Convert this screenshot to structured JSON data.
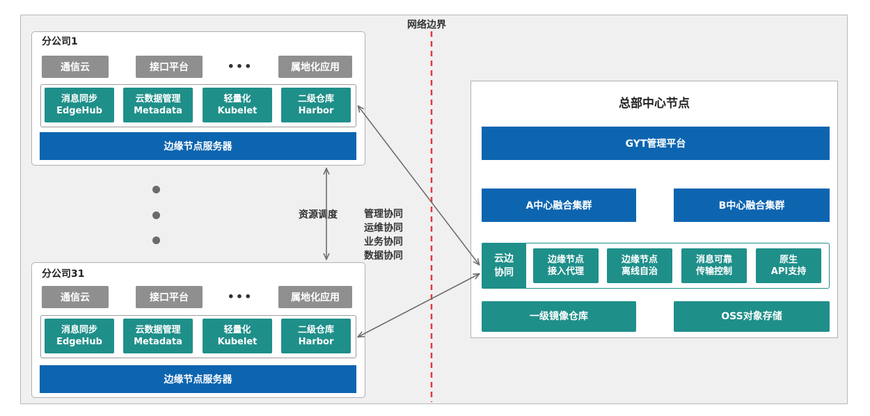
{
  "boundary_label": "网络边界",
  "branch1": {
    "title": "分公司1",
    "top_row": [
      "通信云",
      "接口平台",
      "•••",
      "属地化应用"
    ],
    "modules": [
      {
        "line1": "消息同步",
        "line2": "EdgeHub"
      },
      {
        "line1": "云数据管理",
        "line2": "Metadata"
      },
      {
        "line1": "轻量化",
        "line2": "Kubelet"
      },
      {
        "line1": "二级仓库",
        "line2": "Harbor"
      }
    ],
    "server": "边缘节点服务器"
  },
  "branch31": {
    "title": "分公司31",
    "top_row": [
      "通信云",
      "接口平台",
      "•••",
      "属地化应用"
    ],
    "modules": [
      {
        "line1": "消息同步",
        "line2": "EdgeHub"
      },
      {
        "line1": "云数据管理",
        "line2": "Metadata"
      },
      {
        "line1": "轻量化",
        "line2": "Kubelet"
      },
      {
        "line1": "二级仓库",
        "line2": "Harbor"
      }
    ],
    "server": "边缘节点服务器"
  },
  "resource_label": "资源调度",
  "collab_labels": [
    "管理协同",
    "运维协同",
    "业务协同",
    "数据协同"
  ],
  "hq": {
    "title": "总部中心节点",
    "platform": "GYT管理平台",
    "cluster_a": "A中心融合集群",
    "cluster_b": "B中心融合集群",
    "cloud_edge": {
      "line1": "云边",
      "line2": "协同"
    },
    "cloud_edge_modules": [
      {
        "line1": "边缘节点",
        "line2": "接入代理"
      },
      {
        "line1": "边缘节点",
        "line2": "离线自治"
      },
      {
        "line1": "消息可靠",
        "line2": "传输控制"
      },
      {
        "line1": "原生",
        "line2": "API支持"
      }
    ],
    "registry": "一级镜像仓库",
    "oss": "OSS对象存储"
  },
  "colors": {
    "teal": "#1f8f8a",
    "blue": "#0d65b0",
    "gray": "#8f8f8f",
    "boundary": "#e0393e"
  }
}
